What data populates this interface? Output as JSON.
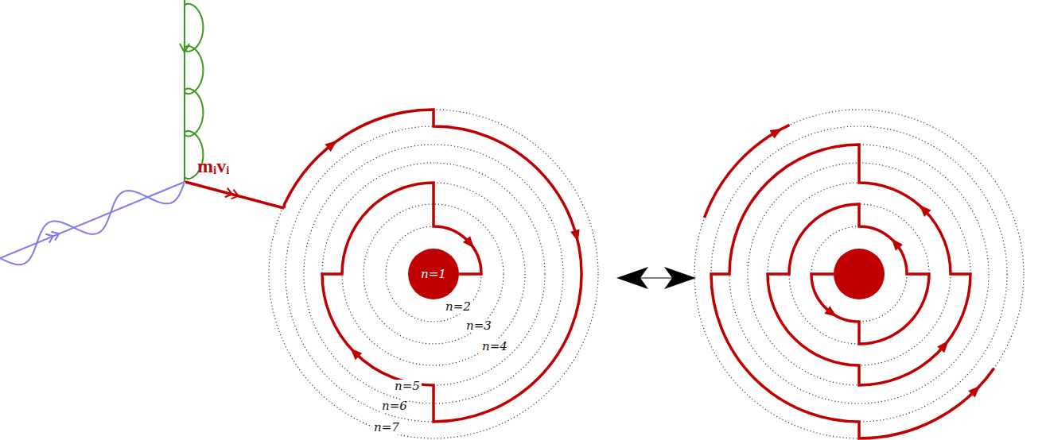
{
  "diagram": {
    "nodes": [
      {
        "text": [
          "n=1"
        ]
      }
    ],
    "labels": [
      "mᵢvᵢ",
      "n=2",
      "n=3",
      "n=4",
      "n=5",
      "n=6",
      "n=7"
    ]
  }
}
